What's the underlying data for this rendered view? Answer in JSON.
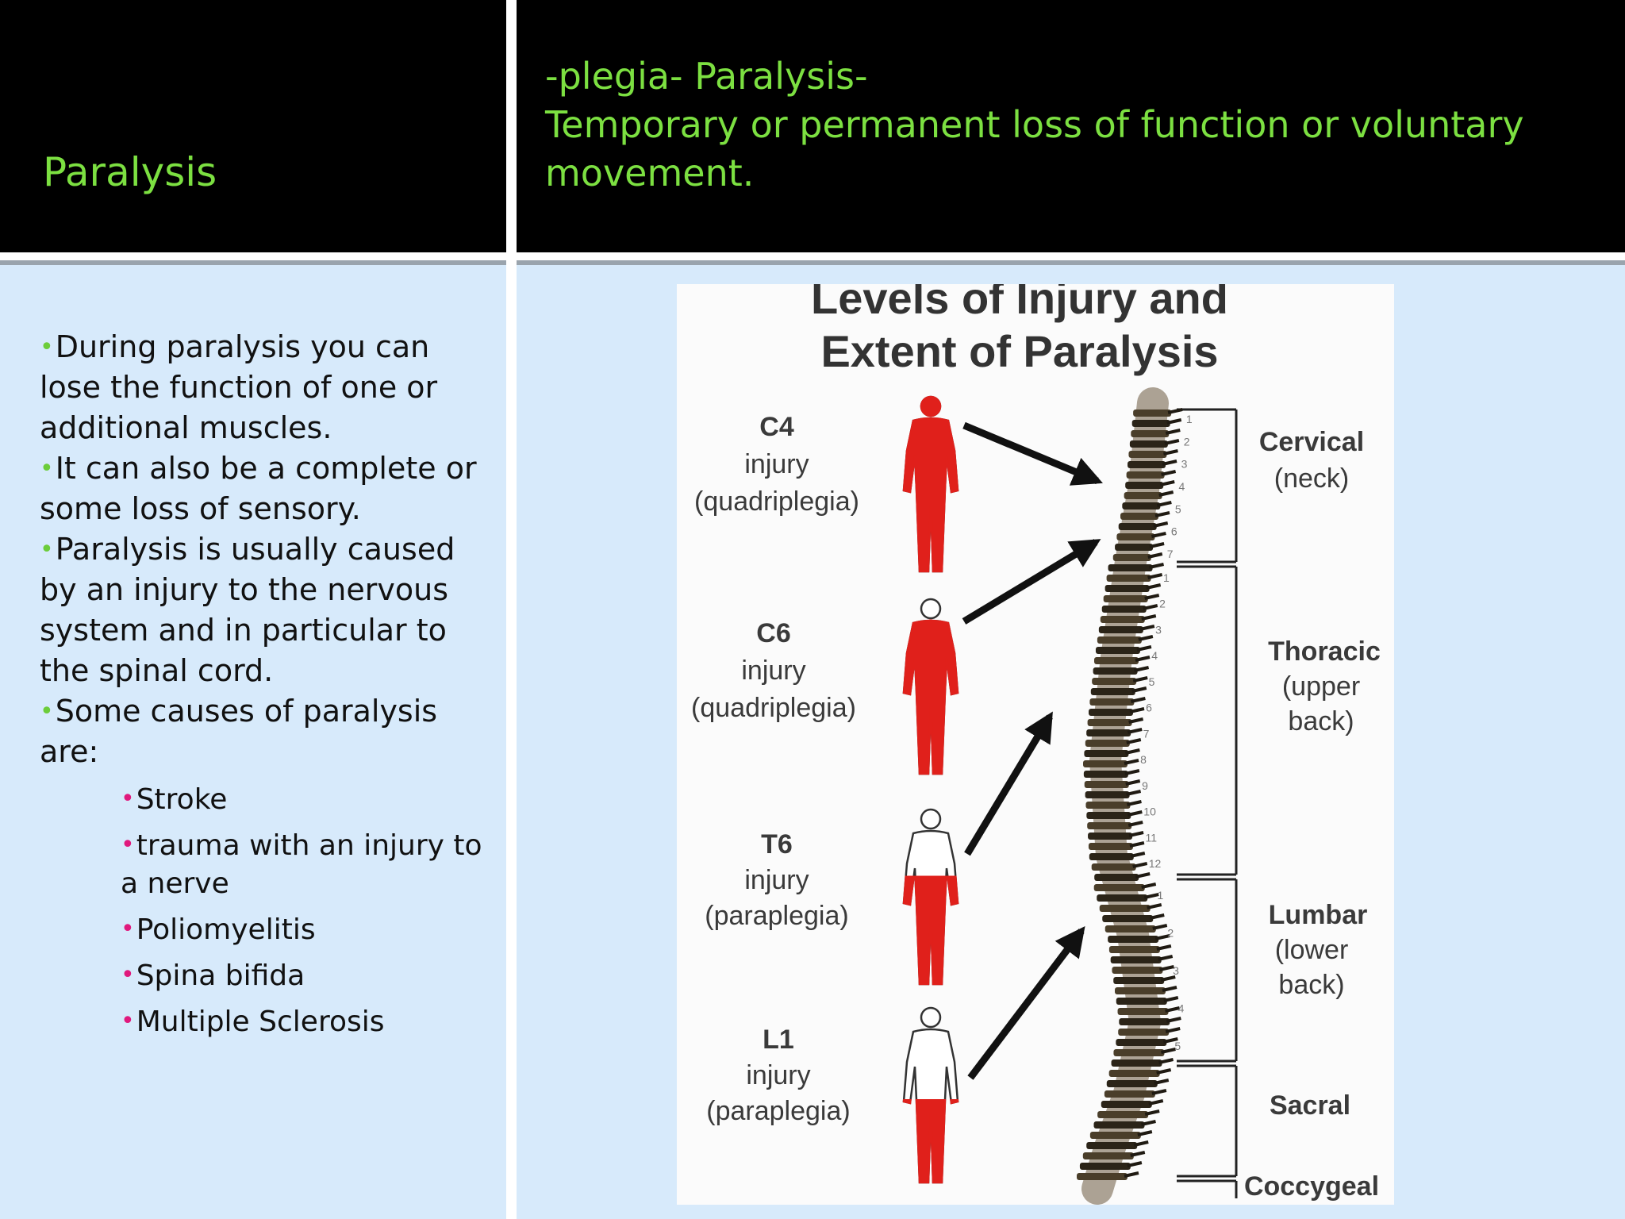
{
  "title": "Paralysis",
  "definition": [
    "-plegia- Paralysis-",
    "Temporary or permanent loss of function or voluntary",
    "movement."
  ],
  "bullets": [
    "During paralysis you  can lose  the function of one or additional  muscles.",
    "It can also be a complete or some loss of sensory.",
    "Paralysis is usually caused by an injury to the nervous system and in particular to the spinal cord.",
    "Some causes of paralysis are:"
  ],
  "causes": [
    "Stroke",
    "trauma with an injury to a nerve",
    "Poliomyelitis",
    "Spina bifida",
    "Multiple Sclerosis"
  ],
  "diagram": {
    "title_line1": "Levels of Injury and",
    "title_line2": "Extent of Paralysis",
    "injuries": [
      {
        "level": "C4",
        "word": "injury",
        "type": "(quadriplegia)"
      },
      {
        "level": "C6",
        "word": "injury",
        "type": "(quadriplegia)"
      },
      {
        "level": "T6",
        "word": "injury",
        "type": "(paraplegia)"
      },
      {
        "level": "L1",
        "word": "injury",
        "type": "(paraplegia)"
      }
    ],
    "regions": {
      "cervical": [
        "Cervical",
        "(neck)"
      ],
      "thoracic": [
        "Thoracic",
        "(upper",
        "back)"
      ],
      "lumbar": [
        "Lumbar",
        "(lower",
        "back)"
      ],
      "sacral": [
        "Sacral"
      ],
      "coccygeal": [
        "Coccygeal"
      ]
    },
    "vertebra_numbers": {
      "cervical": [
        "1",
        "2",
        "3",
        "4",
        "5",
        "6",
        "7"
      ],
      "thoracic": [
        "1",
        "2",
        "3",
        "4",
        "5",
        "6",
        "7",
        "8",
        "9",
        "10",
        "11",
        "12"
      ],
      "lumbar": [
        "1",
        "2",
        "3",
        "4",
        "5"
      ]
    },
    "paralysis_color": "#e0201b"
  },
  "colors": {
    "title_green": "#7ce041",
    "bullet_green": "#6ccd3a",
    "bullet_pink": "#e0197d",
    "panel_blue": "#d7eafb"
  }
}
